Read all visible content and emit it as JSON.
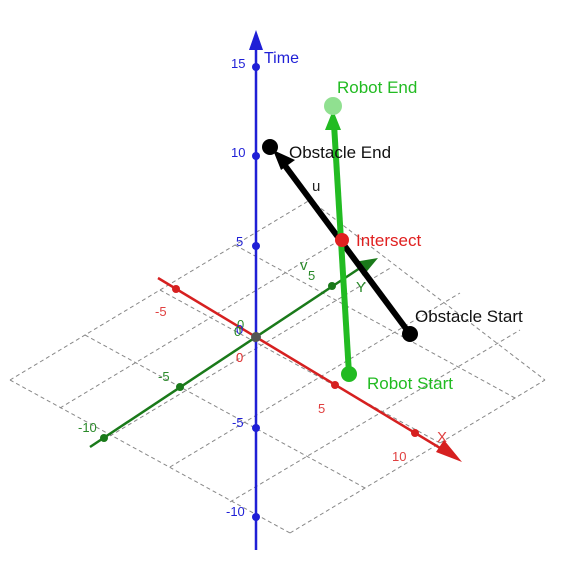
{
  "axes": {
    "time": {
      "label": "Time",
      "color": "#1f1fd6",
      "ticks": [
        "15",
        "10",
        "5",
        "0",
        "-5",
        "-10"
      ]
    },
    "x": {
      "label": "X",
      "color": "#d62020",
      "ticks": [
        "-5",
        "0",
        "5",
        "10"
      ]
    },
    "y": {
      "label": "Y",
      "color": "#1a7a1a",
      "ticks": [
        "-10",
        "-5",
        "0",
        "5"
      ]
    }
  },
  "points": {
    "obstacle_start": {
      "label": "Obstacle Start",
      "color": "#000000"
    },
    "obstacle_end": {
      "label": "Obstacle End",
      "color": "#000000"
    },
    "robot_start": {
      "label": "Robot Start",
      "color": "#22bb22"
    },
    "robot_end": {
      "label": "Robot End",
      "color": "#22bb22"
    },
    "intersect": {
      "label": "Intersect",
      "color": "#e02020"
    }
  },
  "vectors": {
    "u": {
      "label": "u"
    },
    "v": {
      "label": "v"
    }
  },
  "colors": {
    "grid": "#888888",
    "robot_path": "#22bb22",
    "robot_end_fill": "#90e090",
    "obstacle_path": "#000000"
  }
}
